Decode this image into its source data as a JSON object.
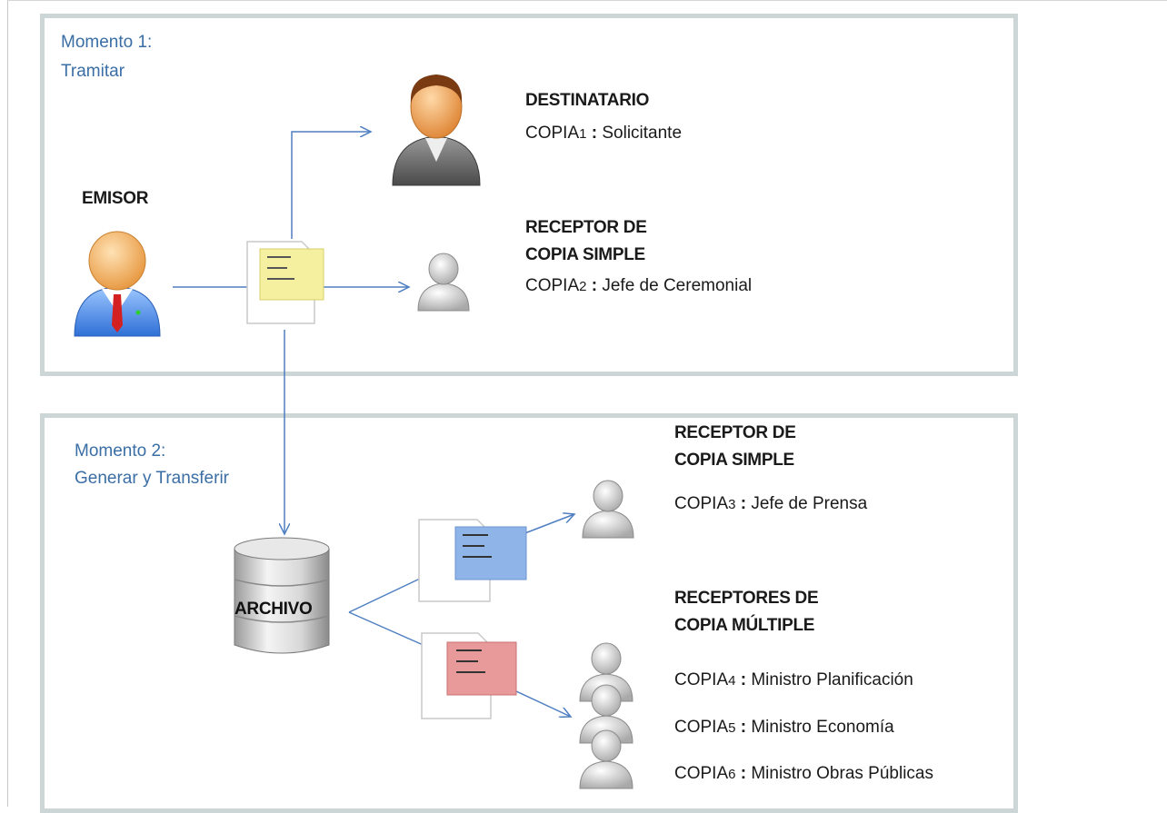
{
  "moment1": {
    "line1": "Momento 1:",
    "line2": "Tramitar"
  },
  "moment2": {
    "line1": "Momento 2:",
    "line2": "Generar y Transferir"
  },
  "emisor": "EMISOR",
  "destinatario": {
    "title": "DESTINATARIO",
    "copy_label": "COPIA",
    "copy_num": "1",
    "copy_sep": " : ",
    "copy_name": "Solicitante"
  },
  "receptor1": {
    "title_l1": "RECEPTOR DE",
    "title_l2": "COPIA SIMPLE",
    "copy_label": "COPIA",
    "copy_num": "2",
    "copy_sep": " : ",
    "copy_name": "Jefe de Ceremonial"
  },
  "receptor2": {
    "title_l1": "RECEPTOR DE",
    "title_l2": "COPIA SIMPLE",
    "copy_label": "COPIA",
    "copy_num": "3",
    "copy_sep": " : ",
    "copy_name": "Jefe de Prensa"
  },
  "receptores_multiple": {
    "title_l1": "RECEPTORES DE",
    "title_l2": "COPIA MÚLTIPLE",
    "copies": [
      {
        "label": "COPIA",
        "num": "4",
        "sep": " : ",
        "name": "Ministro Planificación"
      },
      {
        "label": "COPIA",
        "num": "5",
        "sep": " : ",
        "name": "Ministro Economía"
      },
      {
        "label": "COPIA",
        "num": "6",
        "sep": " : ",
        "name": "Ministro Obras Públicas"
      }
    ]
  },
  "archivo": "ARCHIVO",
  "colors": {
    "arrow": "#4f7fc0",
    "panel_border": "#cdd6d6",
    "moment_text": "#3a6ea5",
    "note_yellow": "#f5f0a0",
    "note_blue": "#8fb4e8",
    "note_red": "#e89a9a"
  },
  "icons": [
    "person-boss-icon",
    "person-emisor-icon",
    "person-gray-icon",
    "database-icon",
    "document-note-icon"
  ]
}
